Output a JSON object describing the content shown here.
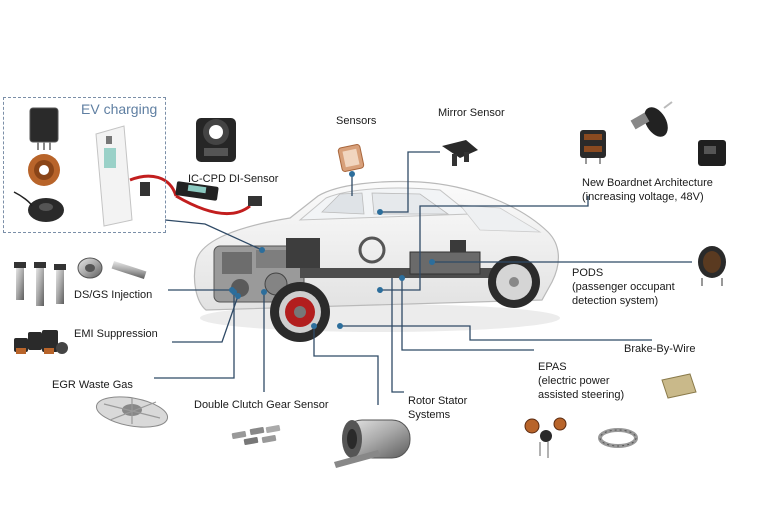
{
  "ev_charging": {
    "title": "EV charging"
  },
  "labels": {
    "ic_cpd": "IC-CPD  DI-Sensor",
    "sensors": "Sensors",
    "mirror_sensor": "Mirror Sensor",
    "new_boardnet": [
      "New Boardnet Architecture",
      "(increasing voltage, 48V)"
    ],
    "ds_gs": "DS/GS Injection",
    "pods": [
      "PODS",
      "(passenger occupant",
      "detection system)"
    ],
    "emi": "EMI Suppression",
    "brake": "Brake-By-Wire",
    "egr": "EGR Waste Gas",
    "epas": [
      "EPAS",
      "(electric power",
      "assisted steering)"
    ],
    "rotor": [
      "Rotor Stator",
      "Systems"
    ],
    "clutch": "Double Clutch Gear Sensor"
  },
  "colors": {
    "leader": "#2f4a66",
    "dot": "#2c6e9c",
    "ev_title": "#5f7fa2",
    "copper": "#b8642a",
    "dark": "#2a2a2a"
  }
}
